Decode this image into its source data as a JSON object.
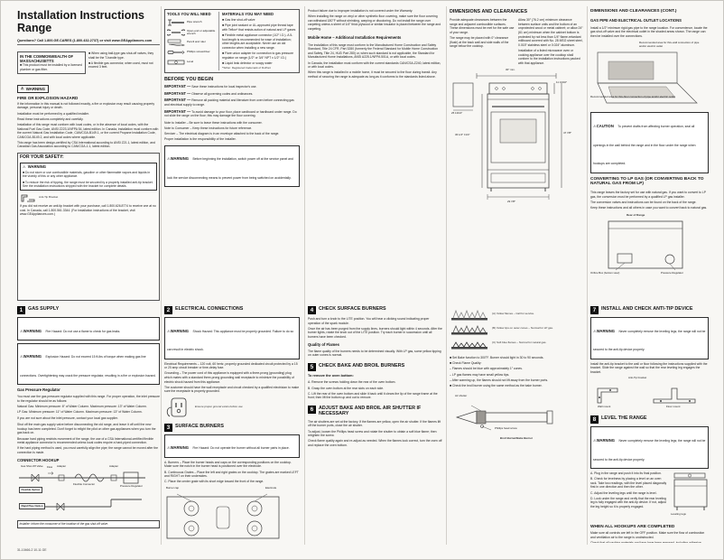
{
  "labels": {
    "warning": "WARNING",
    "caution": "CAUTION",
    "important": "IMPORTANT —"
  },
  "page": {
    "title_line1": "Installation Instructions",
    "title_line2": "Range",
    "questions": "Questions? Call 1.800.GE.CARES (1.800.432.2737) or visit www.GEAppliances.com",
    "footer": "31-10466-2   10-11   GE"
  },
  "massachusetts": {
    "heading": "IN THE COMMONWEALTH OF MASSACHUSETTS",
    "left_item": "■ This product must be installed by a licensed plumber or gas fitter.",
    "right_items": [
      "■ When using ball-type gas shut-off valves, they shall be the T-handle type.",
      "■ A flexible gas connector, when used, must not exceed 3 feet."
    ]
  },
  "fire_warning": {
    "heading": "FIRE OR EXPLOSION HAZARD",
    "paras": [
      "If the information in this manual is not followed exactly, a fire or explosion may result causing property damage, personal injury or death.",
      "Installation must be performed by a qualified installer.",
      "Read these instructions completely and carefully.",
      "Installation of this range must conform with local codes, or in the absence of local codes, with the National Fuel Gas Code, ANSI Z223.1/NFPA 54, latest edition. In Canada, installation must conform with the current Natural Gas Installation Code, CAN/CGA-B149.1, or the current Propane Installation Code, CAN/CGA-B149.2, and with local codes where applicable.",
      "This range has been design-certified by CSA International according to ANSI Z21.1, latest edition, and Canadian Gas Association according to CAN/CGA-1.1, latest edition."
    ]
  },
  "safety": {
    "heading": "FOR YOUR SAFETY:",
    "warning_paras": [
      "■ Do not store or use combustible materials, gasoline or other flammable vapors and liquids in the vicinity of this or any other appliance.",
      "■ To reduce the risk of tipping, the range must be secured by a properly installed anti-tip bracket. See the installation instructions shipped with the bracket for complete details."
    ],
    "bracket_label": "Anti-Tip Bracket",
    "note": "If you did not receive an anti-tip bracket with your purchase, call 1.800.626.8774 to receive one at no cost. In Canada, call 1.800.561.3344. (For installation instructions of the bracket, visit www.GEAppliances.com.)"
  },
  "tools": {
    "heading": "TOOLS YOU WILL NEED",
    "items": [
      "Pipe wrench",
      "Open-end or adjustable wrench",
      "Pencil and ruler",
      "Phillips screwdriver",
      "Level"
    ]
  },
  "materials": {
    "heading": "MATERIALS YOU MAY NEED",
    "items": [
      "■ Gas line shut-off valve",
      "■ Pipe joint sealant or UL-approved pipe thread tape with Teflon* that resists action of natural and LP gases",
      "■ Flexible metal appliance connector (1/2″ I.D.). A 5-foot length is recommended for ease of installation; other lengths are acceptable. Never use an old connector when installing a new range.",
      "■ Flare union adapter for connection to gas pressure regulator on range (1/2″ or 3/4″ NPT x 1/2″ I.D.)",
      "■ Liquid leak detector or soapy water"
    ],
    "footnote": "*Teflon: Registered trademark of DuPont"
  },
  "before": {
    "heading": "BEFORE YOU BEGIN",
    "items": [
      "Save these instructions for local inspector's use.",
      "Observe all governing codes and ordinances.",
      "Remove all packing material and literature from oven before connecting gas and electrical supply to range.",
      "To avoid damage to your floor, place cardboard or hardboard under range. Do not slide the range on the floor; this may damage the floor covering."
    ],
    "notes": [
      "Note to Installer – Be sure to leave these instructions with the consumer.",
      "Note to Consumer – Keep these instructions for future reference.",
      "Servicer – The electrical diagram is in an envelope attached to the back of the range.",
      "Proper installation is the responsibility of the installer."
    ],
    "warning": "Before beginning the installation, switch power off at the service panel and lock the service disconnecting means to prevent power from being switched on accidentally."
  },
  "notes_col": {
    "paras": [
      "Product failure due to improper installation is not covered under the Warranty.",
      "When installing the range on vinyl or other synthetic floor covering, make sure the floor covering can withstand 180°F without shrinking, warping or discoloring. Do not install the range over carpeting unless a sheet of 1/4″ thick plywood or similar insulator is placed between the range and carpeting."
    ],
    "mobile_heading": "Mobile Home – Additional Installation Requirements",
    "mobile_paras": [
      "The installation of this range must conform to the Manufactured Home Construction and Safety Standard, Title 24 CFR, Part 3280 (formerly the Federal Standard for Mobile Home Construction and Safety, Title 24, HUD Part 280) or, when such standard is not applicable, the Standard for Manufactured Home Installations, ANSI A225.1/NFPA 501A, or with local codes.",
      "In Canada, the installation must conform with the current standards CAN/CSA-Z240, latest edition, or with local codes.",
      "When this range is installed in a mobile home, it must be secured to the floor during transit. Any method of securing the range is adequate as long as it conforms to the standards listed above."
    ]
  },
  "dimensions": {
    "heading": "DIMENSIONS AND CLEARANCES",
    "paras_a": [
      "Provide adequate clearances between the range and adjacent combustible surfaces. These dimensions must be met for the safe use of your range.",
      "The range may be placed with 0″ clearance (flush) at the back wall and side walls of the range below the cooktop."
    ],
    "paras_b": [
      "Allow 30″ (76.2 cm) minimum clearance between surface units and the bottom of an unprotected wood or metal cabinet; or allow 24″ (61 cm) minimum when the cabinet bottom is protected by not less than 1/4″ flame-retardant millboard covered with No. 28 MSG sheet steel, 0.015″ stainless steel or 0.024″ aluminum.",
      "Installation of a listed microwave oven or cooking appliance over the cooktop shall conform to the installation instructions packed with that appliance."
    ],
    "diagram_labels": [
      "30″ min.",
      "11 13/16″",
      "47 7/8″",
      "36 1/4″ ±1/4″",
      "29 7/8″",
      "25 13/16″"
    ]
  },
  "dimensions_cont": {
    "heading": "DIMENSIONS AND CLEARANCES (CONT.)",
    "subheading": "GAS PIPE AND ELECTRICAL OUTLET LOCATIONS",
    "para": "Install a 1/2″ minimum rigid gas pipe to the range location. For convenience, locate the gas shut-off valve and the electrical outlet in the shaded areas shown. The range can then be installed over the connections.",
    "labels": [
      "Recommended area for thru-wall connection of pipe and/or electric outlet",
      "Recommended area for thru-floor connection of pipe and/or electric outlet"
    ]
  },
  "caution": {
    "text": "To prevent drafts from affecting burner operation, seal all openings in the wall behind the range and in the floor under the range when hookups are completed."
  },
  "converting": {
    "heading": "CONVERTING TO LP GAS (OR CONVERTING BACK TO NATURAL GAS FROM LP)",
    "paras": [
      "This range leaves the factory set for use with natural gas. If you want to convert to LP gas, the conversion must be performed by a qualified LP gas installer.",
      "The conversion valves and instructions can be found on the back of the range.",
      "Keep these instructions and all others in case you want to convert back to natural gas."
    ],
    "diagram_title": "Rear of Range",
    "labels": [
      "Orifice Box (bottom view)",
      "Pressure Regulator"
    ]
  },
  "sections": {
    "gas_supply": {
      "num": "1",
      "title": "GAS SUPPLY",
      "warn1": "Fire Hazard: Do not use a flame to check for gas leaks.",
      "warn2": "Explosion Hazard: Do not exceed 15 ft-lbs of torque when making gas line connections. Overtightening may crack the pressure regulator, resulting in a fire or explosion hazard.",
      "reg_heading": "Gas Pressure Regulator",
      "reg_paras": [
        "You must use the gas pressure regulator supplied with this range. For proper operation, the inlet pressure to the regulator should be as follows:",
        "Natural Gas:  Minimum pressure: 6″ of Water Column.  Maximum pressure: 13″ of Water Column.",
        "LP Gas:  Minimum pressure: 11″ of Water Column.  Maximum pressure: 13″ of Water Column.",
        "If you are not sure about the inlet pressure, contact your local gas supplier."
      ],
      "paras": [
        "Shut off the main gas supply valve before disconnecting the old range, and leave it off until the new hookup has been completed. Don't forget to relight the pilot on other gas appliances when you turn the gas back on.",
        "Because hard piping restricts movement of the range, the use of a CSA International-certified flexible metal appliance connector is recommended unless local codes require a hard-piped connection.",
        "If the hard piping method is used, you must carefully align the pipe; the range cannot be moved after the connection is made."
      ]
    },
    "electrical": {
      "num": "2",
      "title": "ELECTRICAL CONNECTIONS",
      "warn": "Shock Hazard: This appliance must be properly grounded. Failure to do so can result in electric shock.",
      "paras": [
        "Electrical Requirements – 120 volt, 60 hertz, properly grounded dedicated circuit protected by a 15 or 20 amp circuit breaker or time-delay fuse.",
        "Grounding – The power cord of this appliance is equipped with a three-prong (grounding) plug which mates with a standard three-prong grounding wall receptacle to minimize the possibility of electric shock hazard from this appliance.",
        "The customer should have the wall receptacle and circuit checked by a qualified electrician to make sure the receptacle is properly grounded."
      ],
      "plug_caption": "Ensure proper ground exists before use"
    },
    "surface_burners": {
      "num": "3",
      "title": "SURFACE BURNERS",
      "warn": "Fire Hazard: Do not operate the burner without all burner parts in place.",
      "steps": [
        "A. Burners – Place the burner heads and caps on the corresponding positions on the cooktop. Make sure the notch in the burner head is positioned over the electrode.",
        "B. Continuous Grates – Place the left and right grates on the cooktop. The grates are marked LEFT and RIGHT on their undersides.",
        "C. Place the center grate with its short edge toward the front of the range."
      ],
      "diagram_labels": [
        "Burner cap",
        "Electrode"
      ]
    },
    "check_surface": {
      "num": "4",
      "title": "CHECK SURFACE BURNERS",
      "paras": [
        "Push and turn a knob to the LITE position. You will hear a clicking sound indicating proper operation of the spark module.",
        "Once the air has been purged from the supply lines, burners should light within 4 seconds. After the burner lights, rotate the knob out of the LITE position. Try each burner in succession until all burners have been checked."
      ],
      "quality_heading": "Quality of Flames",
      "quality_para": "The flame quality of the burners needs to be determined visually. With LP gas, some yellow tipping on outer cones is normal.",
      "flames": [
        "(A) Yellow flames – Call for service.",
        "(B) Yellow tips on outer cones – Normal for LP gas.",
        "(C) Soft blue flames – Normal for natural gas."
      ]
    },
    "check_bake": {
      "num": "5",
      "title": "CHECK BAKE AND BROIL BURNERS",
      "intro": "To remove the oven bottom:",
      "steps": [
        "A. Remove the screws holding down the rear of the oven bottom.",
        "B. Grasp the oven bottom at the rear slots on each side.",
        "C. Lift the rear of the oven bottom and slide it back until it clears the lip of the range frame at the front; then lift the bottom up and out to remove."
      ],
      "check_items": [
        "■ Set Bake function to 300°F. Burner should light in 30 to 90 seconds.",
        "■ Check Flame Quality:",
        "– Flames should be blue with approximately 1″ cones.",
        "– LP gas flames may have small yellow tips.",
        "– After warming up, the flames should not lift away from the burner ports.",
        "■ Check the broil burner using the same method as the bake burner."
      ]
    },
    "adjust_air": {
      "num": "6",
      "title": "ADJUST BAKE AND BROIL AIR SHUTTER IF NECESSARY",
      "paras": [
        "The air shutters are set at the factory. If the flames are yellow, open the air shutter. If the flames lift off the burner ports, close the air shutter.",
        "To adjust, loosen the Phillips head screw and rotate the shutter to obtain a soft blue flame; then retighten the screw.",
        "Check flame quality again and re-adjust as needed. When the flames look correct, turn the oven off and replace the oven bottom."
      ],
      "caption": "Broil Burner/Bake Burner",
      "labels": [
        "Air shutter",
        "Phillips head screw"
      ]
    },
    "anti_tip": {
      "num": "7",
      "title": "INSTALL AND CHECK ANTI-TIP DEVICE",
      "warn": "Never completely remove the leveling legs; the range will not be secured to the anti-tip device properly.",
      "para": "Install the anti-tip bracket to the wall or floor following the instructions supplied with the bracket. Slide the range against the wall so that the rear leveling leg engages the bracket.",
      "labels": [
        "Anti-Tip bracket",
        "Wall mount",
        "Floor mount"
      ]
    },
    "level": {
      "num": "8",
      "title": "LEVEL THE RANGE",
      "warn": "Never completely remove the leveling legs; the range will not be secured to the anti-tip device properly.",
      "steps": [
        "A. Plug in the range and push it into its final position.",
        "B. Check for levelness by placing a level on an oven rack. Take two readings, with the level placed diagonally first in one direction and then the other.",
        "C. Adjust the leveling legs until the range is level.",
        "D. Look under the range and verify that the rear leveling leg is fully engaged with the anti-tip device. If not, adjust the leg height so it is properly engaged."
      ],
      "diagram_label": "Leveling legs"
    }
  },
  "connector_hookup": {
    "heading": "CONNECTOR HOOKUP",
    "labels": [
      "Gas Shut-Off Valve",
      "Flow",
      "Adapter",
      "Flexible Connector",
      "Adapter",
      "Pressure Regulator"
    ],
    "option1": "Flexible Option",
    "option2": "Rigid Pipe Option",
    "note": "Installer: Inform the consumer of the location of the gas shut-off valve."
  },
  "hookups_done": {
    "heading": "WHEN ALL HOOKUPS ARE COMPLETED",
    "paras": [
      "Make sure all controls are left in the OFF position. Make sure the flow of combustion and ventilation air to the range is unobstructed.",
      "Check that all packing materials and tape have been removed, including adhesive tape, wire ties, cardboard and protective plastic. Failure to remove these materials could result in damage to the appliance once the appliance has been turned on and surfaces have heated."
    ]
  }
}
